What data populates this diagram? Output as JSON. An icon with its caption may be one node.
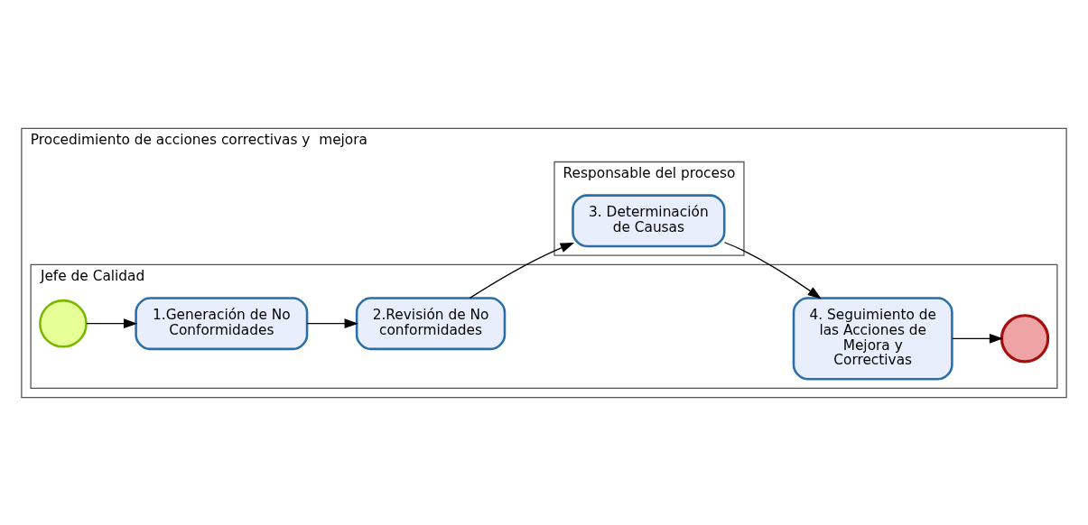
{
  "diagram": {
    "nodes": [
      {
        "text": [
          "Procedimiento de acciones correctivas y  mejora"
        ]
      },
      {
        "text": [
          "Jefe de Calidad"
        ],
        "in": 0
      },
      {
        "text": [],
        "shape": "circle",
        "in": 1
      },
      {
        "text": [
          "1.Generación de No Conformidades"
        ],
        "in": 1
      },
      {
        "text": [
          "2.Revisión de No conformidades"
        ],
        "in": 1
      },
      {
        "text": [
          "4. Seguimiento de las Acciones de Mejora y Correctivas"
        ],
        "in": 1
      },
      {
        "text": [],
        "shape": "circle",
        "in": 1
      },
      {
        "text": [
          "Responsable del proceso"
        ],
        "in": 0
      },
      {
        "text": [
          "3. Determinación de Causas"
        ],
        "in": 7
      }
    ],
    "edges": [
      {
        "from": 2,
        "to": 3,
        "arrow": "to"
      },
      {
        "from": 3,
        "to": 4,
        "arrow": "to"
      },
      {
        "from": 4,
        "to": 8,
        "arrow": "to"
      },
      {
        "from": 8,
        "to": 5,
        "arrow": "to"
      },
      {
        "from": 5,
        "to": 6,
        "arrow": "to"
      }
    ]
  }
}
